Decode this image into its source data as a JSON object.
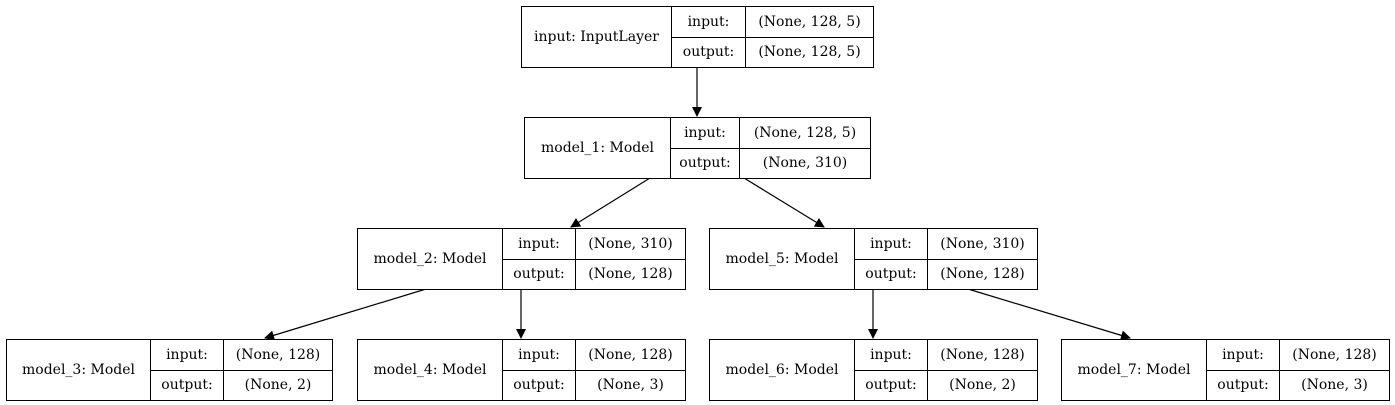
{
  "nodes": [
    {
      "id": "input",
      "name": "input: InputLayer",
      "input_label": "input:",
      "input_shape": "(None, 128, 5)",
      "output_label": "output:",
      "output_shape": "(None, 128, 5)"
    },
    {
      "id": "model_1",
      "name": "model_1: Model",
      "input_label": "input:",
      "input_shape": "(None, 128, 5)",
      "output_label": "output:",
      "output_shape": "(None, 310)"
    },
    {
      "id": "model_2",
      "name": "model_2: Model",
      "input_label": "input:",
      "input_shape": "(None, 310)",
      "output_label": "output:",
      "output_shape": "(None, 128)"
    },
    {
      "id": "model_5",
      "name": "model_5: Model",
      "input_label": "input:",
      "input_shape": "(None, 310)",
      "output_label": "output:",
      "output_shape": "(None, 128)"
    },
    {
      "id": "model_3",
      "name": "model_3: Model",
      "input_label": "input:",
      "input_shape": "(None, 128)",
      "output_label": "output:",
      "output_shape": "(None, 2)"
    },
    {
      "id": "model_4",
      "name": "model_4: Model",
      "input_label": "input:",
      "input_shape": "(None, 128)",
      "output_label": "output:",
      "output_shape": "(None, 3)"
    },
    {
      "id": "model_6",
      "name": "model_6: Model",
      "input_label": "input:",
      "input_shape": "(None, 128)",
      "output_label": "output:",
      "output_shape": "(None, 2)"
    },
    {
      "id": "model_7",
      "name": "model_7: Model",
      "input_label": "input:",
      "input_shape": "(None, 128)",
      "output_label": "output:",
      "output_shape": "(None, 3)"
    }
  ],
  "edges": [
    {
      "from": "input",
      "to": "model_1"
    },
    {
      "from": "model_1",
      "to": "model_2"
    },
    {
      "from": "model_1",
      "to": "model_5"
    },
    {
      "from": "model_2",
      "to": "model_3"
    },
    {
      "from": "model_2",
      "to": "model_4"
    },
    {
      "from": "model_5",
      "to": "model_6"
    },
    {
      "from": "model_5",
      "to": "model_7"
    }
  ],
  "colors": {
    "border": "#000000",
    "background": "#ffffff",
    "text": "#000000"
  }
}
